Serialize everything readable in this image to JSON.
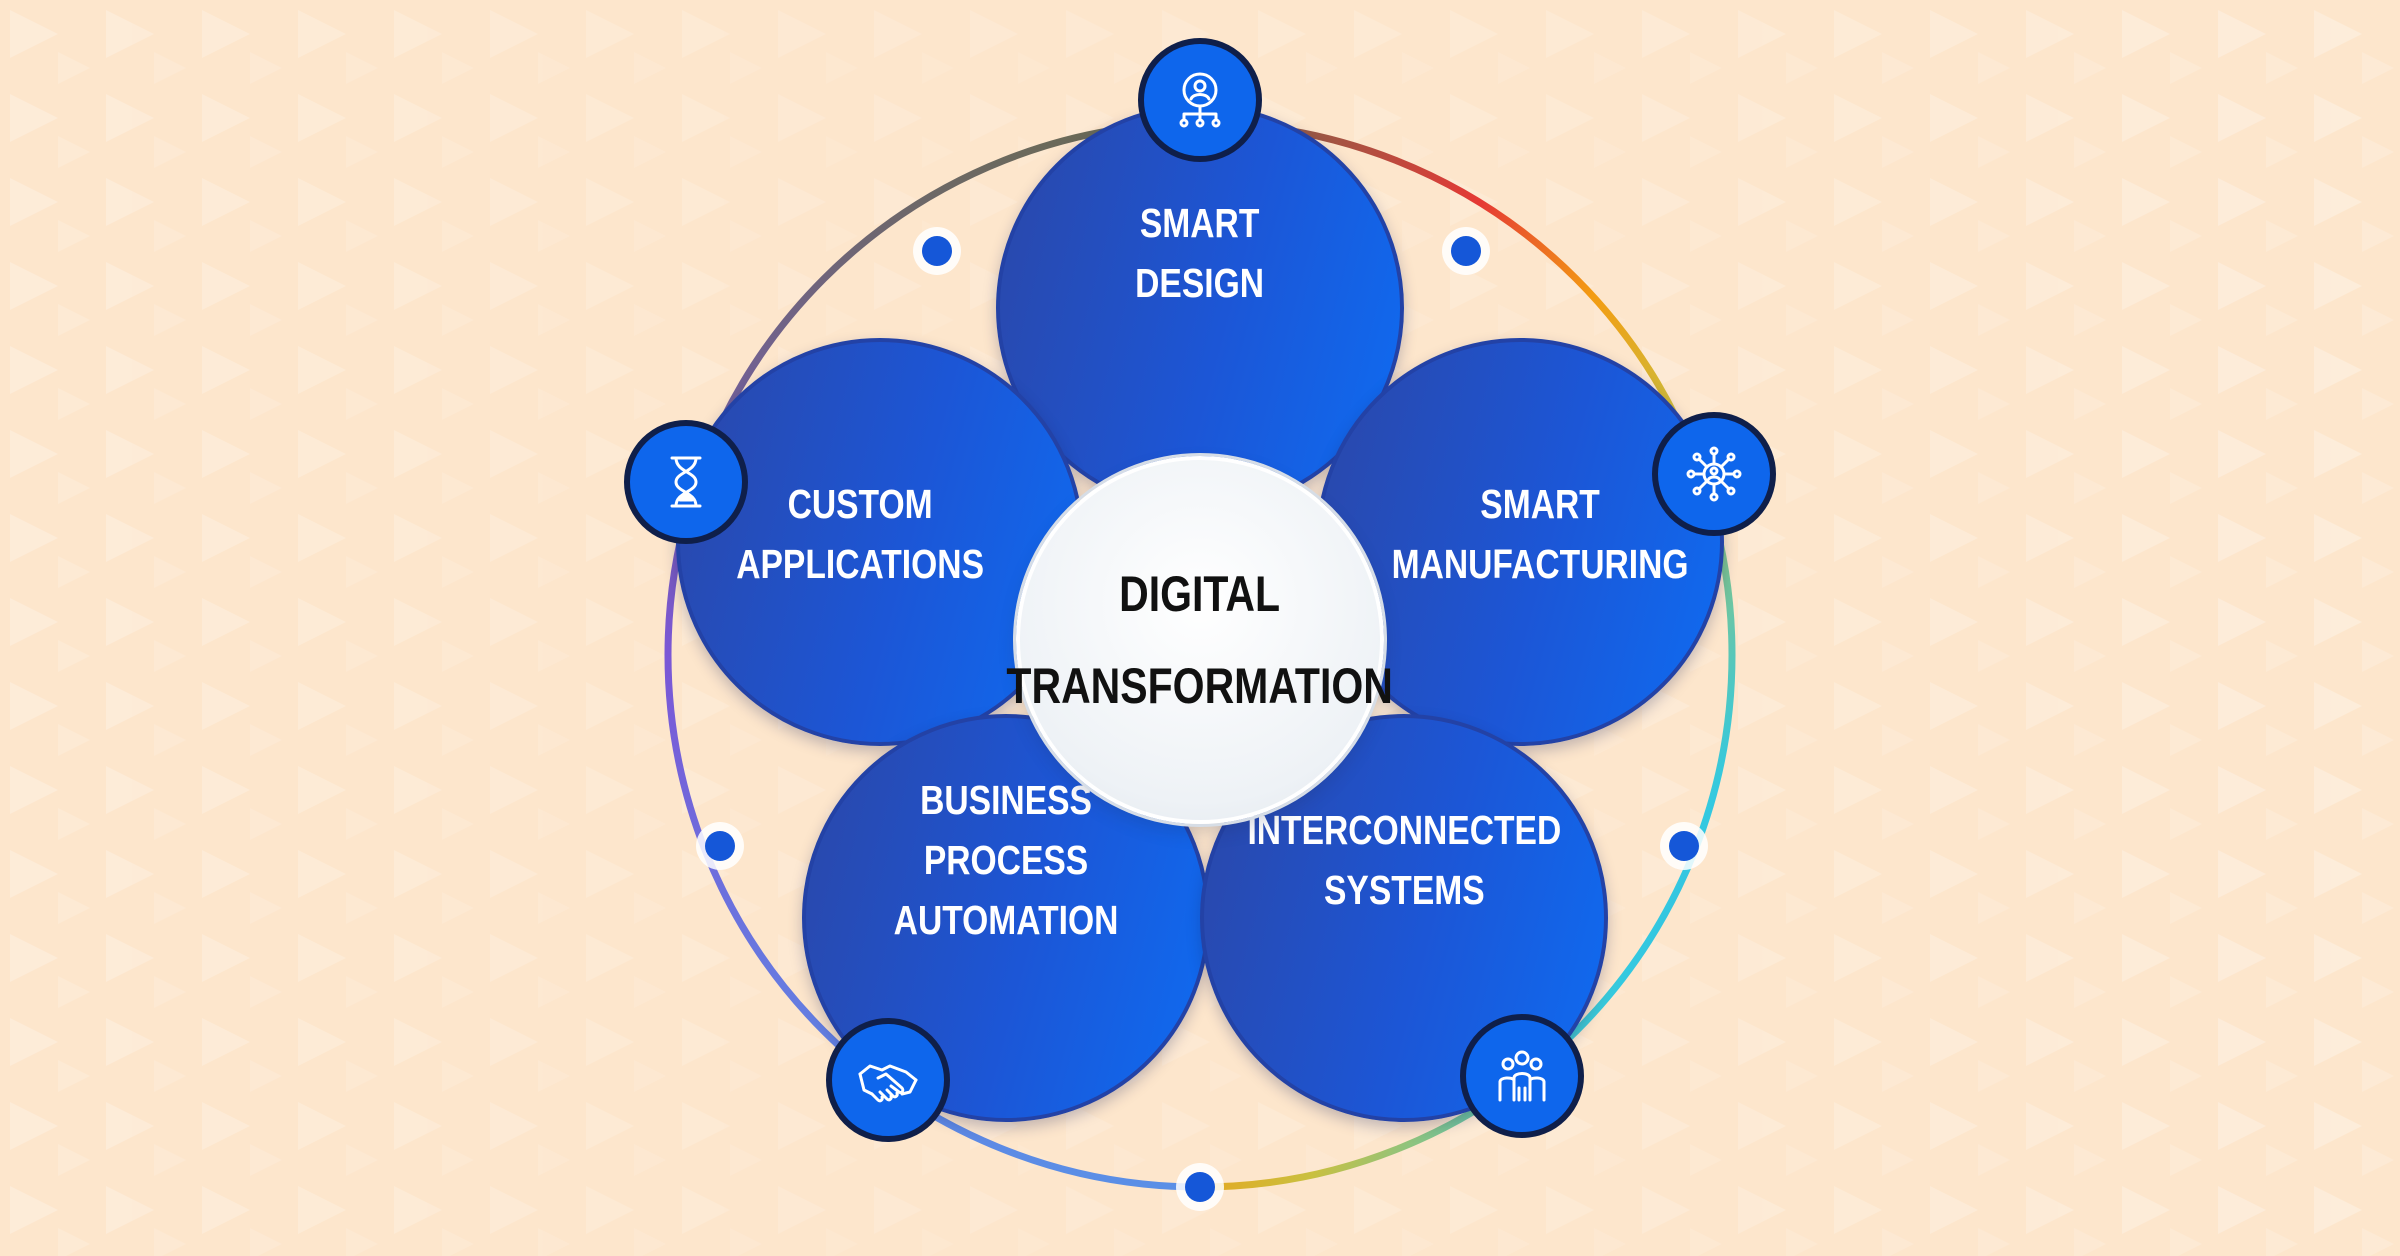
{
  "center": {
    "line1": "DIGITAL",
    "line2": "TRANSFORMATION"
  },
  "petals": [
    {
      "id": "smart-design",
      "lines": [
        "SMART",
        "DESIGN"
      ],
      "icon": "org-chart-person-icon"
    },
    {
      "id": "smart-manufacturing",
      "lines": [
        "SMART",
        "MANUFACTURING"
      ],
      "icon": "network-hub-person-icon"
    },
    {
      "id": "interconnected-systems",
      "lines": [
        "INTERCONNECTED",
        "SYSTEMS"
      ],
      "icon": "team-people-icon"
    },
    {
      "id": "business-process-automation",
      "lines": [
        "BUSINESS",
        "PROCESS",
        "AUTOMATION"
      ],
      "icon": "handshake-icon"
    },
    {
      "id": "custom-applications",
      "lines": [
        "CUSTOM",
        "APPLICATIONS"
      ],
      "icon": "hourglass-icon"
    }
  ],
  "colors": {
    "background": "#fde6cc",
    "petal_blue": "#1c56d6",
    "icon_badge": "#0e66ec",
    "ring_gradient": [
      "#e53935",
      "#f39c12",
      "#c9c040",
      "#33c9e0",
      "#4a8fe0",
      "#7b57d6",
      "#6a6a55"
    ]
  }
}
